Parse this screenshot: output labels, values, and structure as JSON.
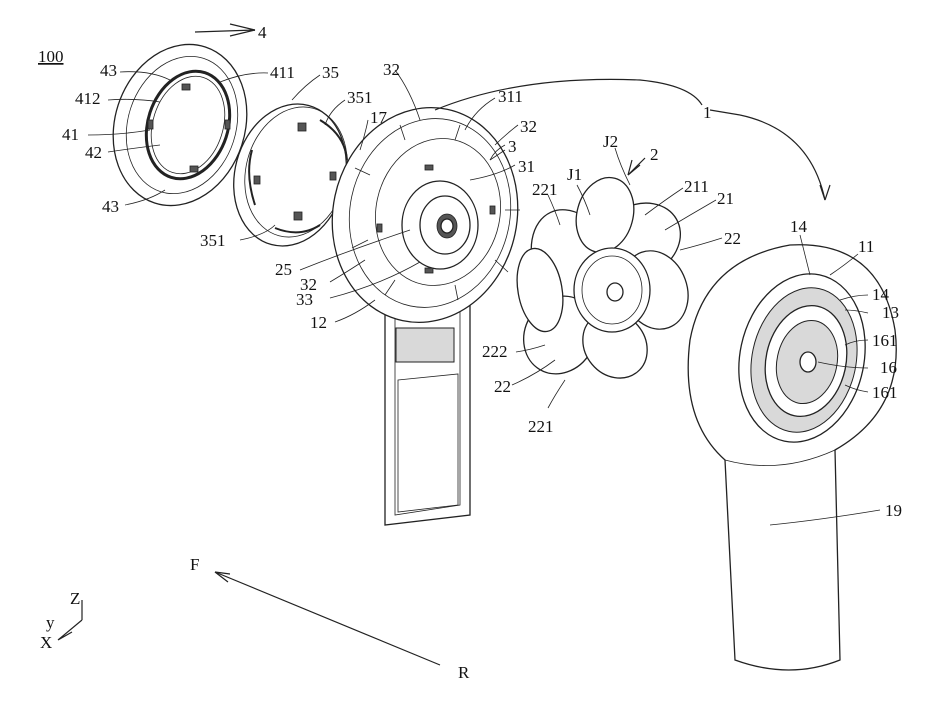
{
  "labels": {
    "l4": "4",
    "l100": "100",
    "l43a": "43",
    "l411": "411",
    "l412": "412",
    "l41": "41",
    "l42": "42",
    "l43b": "43",
    "l35": "35",
    "l351a": "351",
    "l351b": "351",
    "l32a": "32",
    "l311": "311",
    "l32b": "32",
    "l17": "17",
    "l3": "3",
    "l31": "31",
    "l25": "25",
    "l32c": "32",
    "l33": "33",
    "l12": "12",
    "l1": "1",
    "l2": "2",
    "lJ2": "J2",
    "lJ1": "J1",
    "l221a": "221",
    "l211": "211",
    "l21": "21",
    "l22a": "22",
    "l222": "222",
    "l22b": "22",
    "l221b": "221",
    "l14a": "14",
    "l11": "11",
    "l14b": "14",
    "l13": "13",
    "l161a": "161",
    "l16": "16",
    "l161b": "161",
    "l19": "19",
    "lF": "F",
    "lR": "R",
    "lZ": "Z",
    "lY": "y",
    "lX": "X"
  }
}
